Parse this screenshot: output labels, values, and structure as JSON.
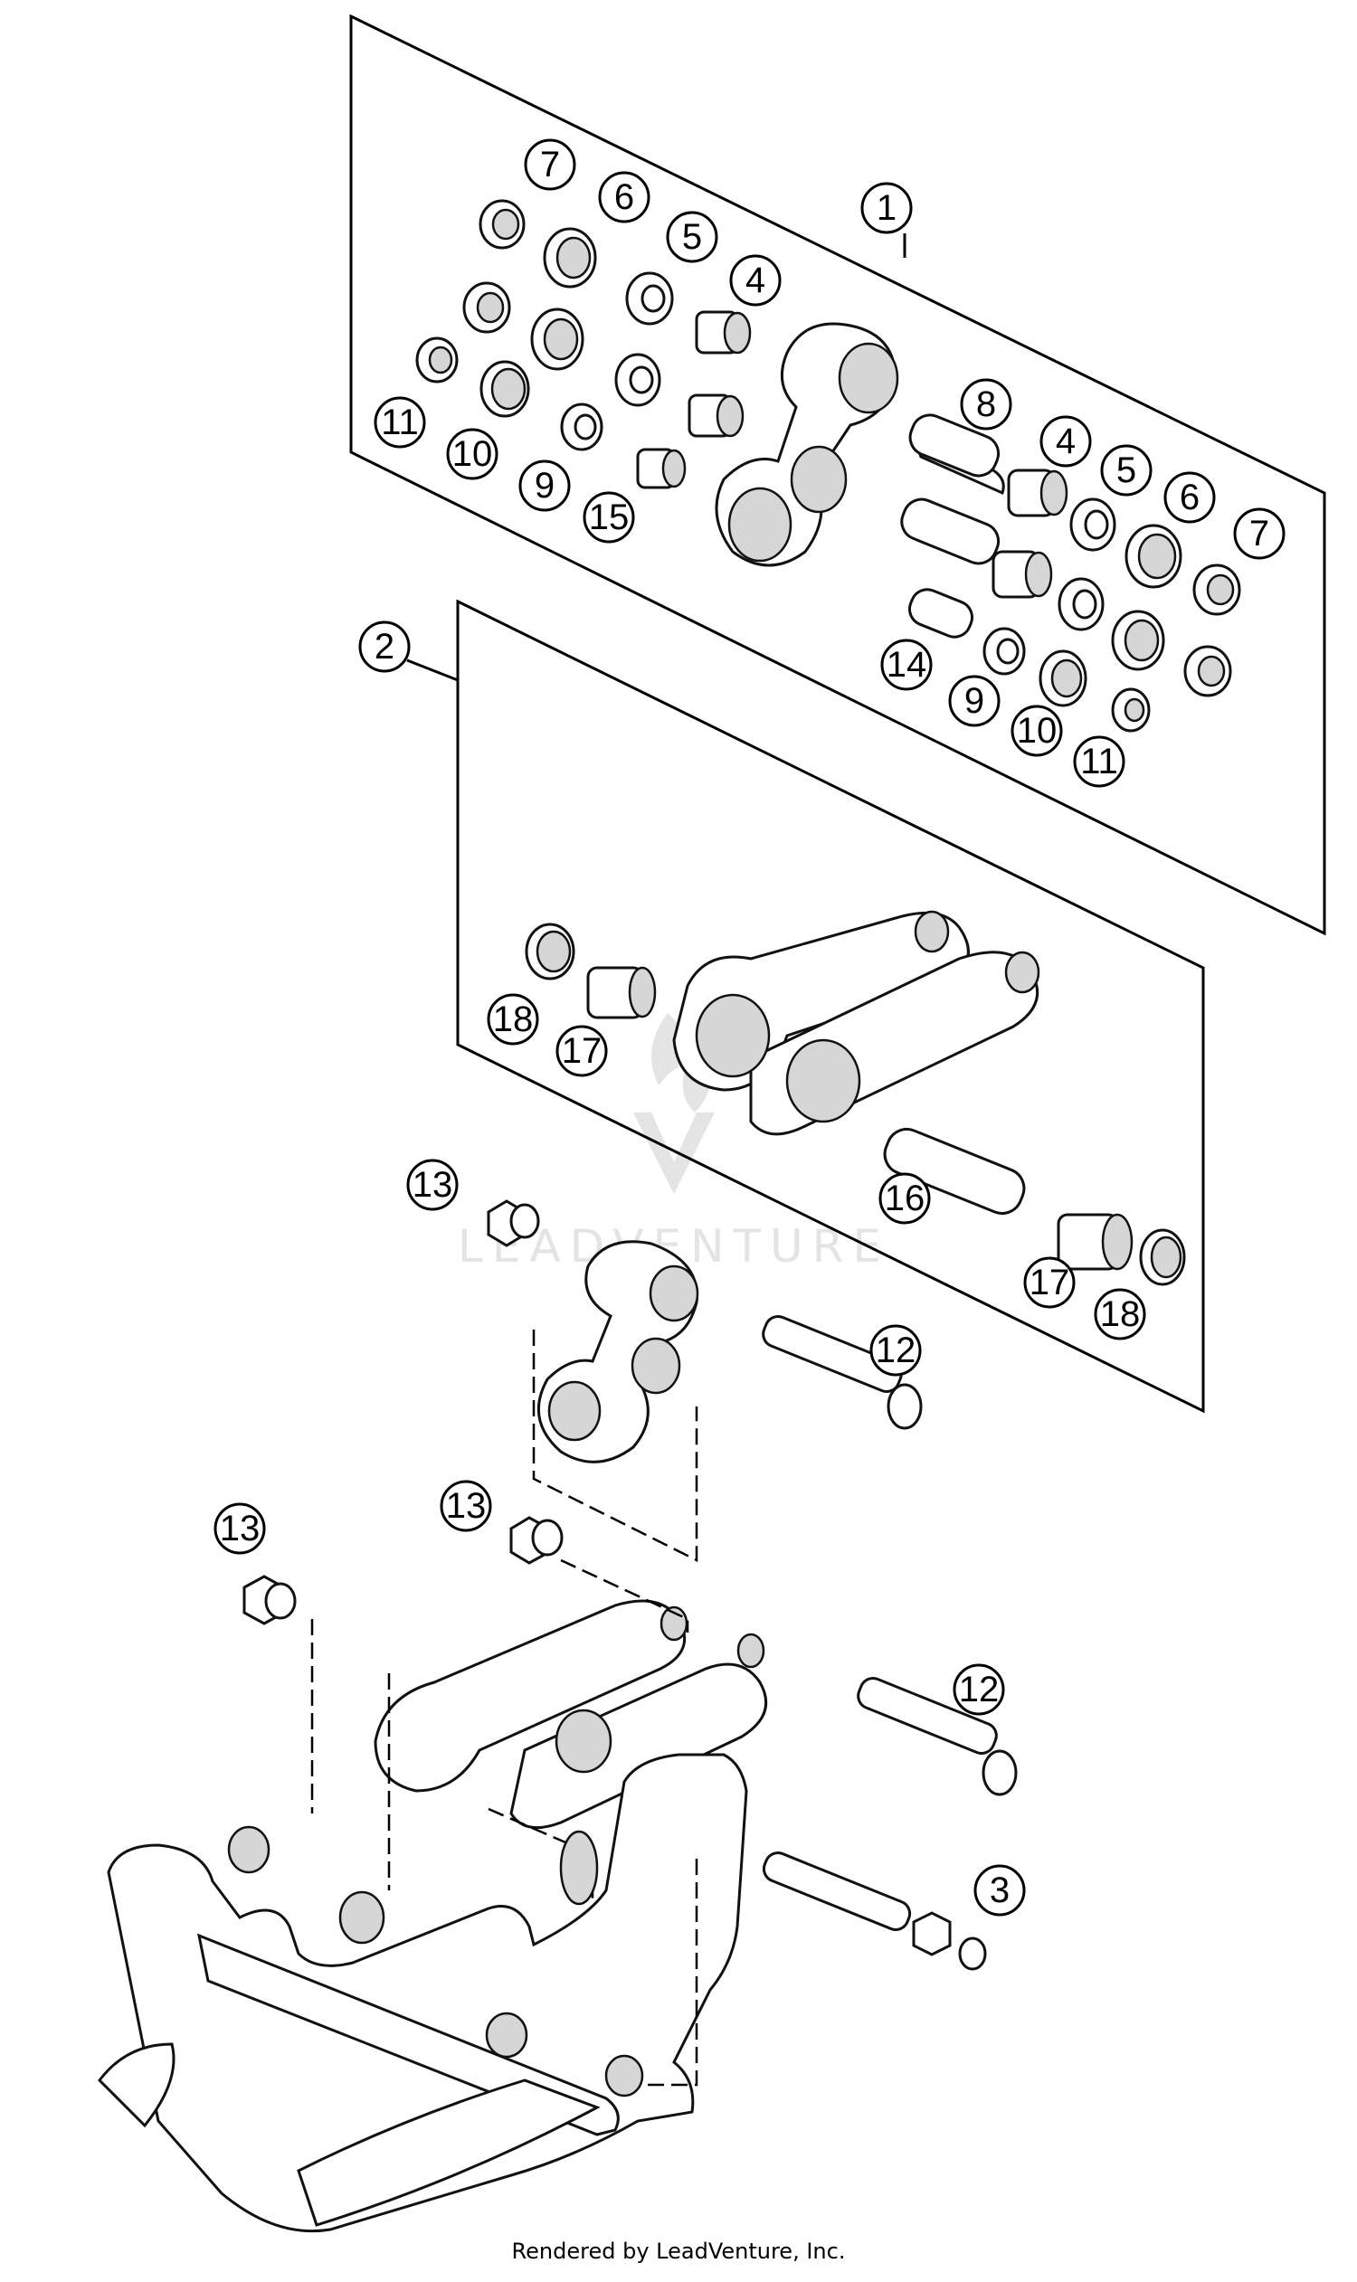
{
  "callouts": [
    {
      "id": "c1",
      "label": "1"
    },
    {
      "id": "c2",
      "label": "2"
    },
    {
      "id": "c3",
      "label": "3"
    },
    {
      "id": "c4a",
      "label": "4"
    },
    {
      "id": "c4b",
      "label": "4"
    },
    {
      "id": "c5a",
      "label": "5"
    },
    {
      "id": "c5b",
      "label": "5"
    },
    {
      "id": "c6a",
      "label": "6"
    },
    {
      "id": "c6b",
      "label": "6"
    },
    {
      "id": "c7a",
      "label": "7"
    },
    {
      "id": "c7b",
      "label": "7"
    },
    {
      "id": "c8",
      "label": "8"
    },
    {
      "id": "c9a",
      "label": "9"
    },
    {
      "id": "c9b",
      "label": "9"
    },
    {
      "id": "c10a",
      "label": "10"
    },
    {
      "id": "c10b",
      "label": "10"
    },
    {
      "id": "c11a",
      "label": "11"
    },
    {
      "id": "c11b",
      "label": "11"
    },
    {
      "id": "c12a",
      "label": "12"
    },
    {
      "id": "c12b",
      "label": "12"
    },
    {
      "id": "c13a",
      "label": "13"
    },
    {
      "id": "c13b",
      "label": "13"
    },
    {
      "id": "c13c",
      "label": "13"
    },
    {
      "id": "c14",
      "label": "14"
    },
    {
      "id": "c15",
      "label": "15"
    },
    {
      "id": "c16",
      "label": "16"
    },
    {
      "id": "c17a",
      "label": "17"
    },
    {
      "id": "c17b",
      "label": "17"
    },
    {
      "id": "c18a",
      "label": "18"
    },
    {
      "id": "c18b",
      "label": "18"
    }
  ],
  "watermark": "LEADVENTURE",
  "footer": "Rendered by LeadVenture, Inc."
}
